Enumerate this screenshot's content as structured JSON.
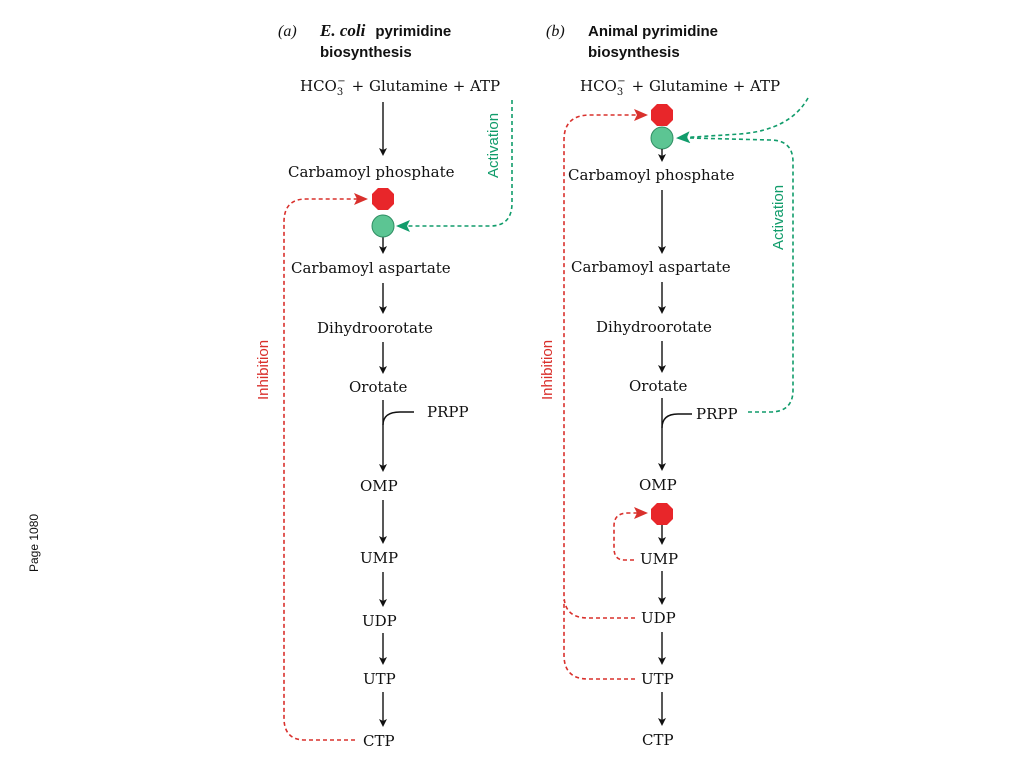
{
  "page_label": "Page 1080",
  "colors": {
    "inhibition": "#d9302c",
    "activation": "#119c6b",
    "inhibitor_node": "#e8262a",
    "activator_node": "#5cc593"
  },
  "panel_a": {
    "letter": "(a)",
    "title_italic": "E. coli",
    "title_rest": "pyrimidine",
    "title_line2": "biosynthesis",
    "substrates": [
      "HCO",
      "3",
      "−",
      "+ Glutamine + ATP"
    ],
    "steps": [
      "Carbamoyl phosphate",
      "Carbamoyl aspartate",
      "Dihydroorotate",
      "Orotate",
      "PRPP",
      "OMP",
      "UMP",
      "UDP",
      "UTP",
      "CTP"
    ],
    "inhibition_label": "Inhibition",
    "activation_label": "Activation"
  },
  "panel_b": {
    "letter": "(b)",
    "title_line1": "Animal pyrimidine",
    "title_line2": "biosynthesis",
    "substrates": [
      "HCO",
      "3",
      "−",
      "+ Glutamine + ATP"
    ],
    "steps": [
      "Carbamoyl phosphate",
      "Carbamoyl aspartate",
      "Dihydroorotate",
      "Orotate",
      "PRPP",
      "OMP",
      "UMP",
      "UDP",
      "UTP",
      "CTP"
    ],
    "inhibition_label": "Inhibition",
    "activation_label": "Activation"
  }
}
